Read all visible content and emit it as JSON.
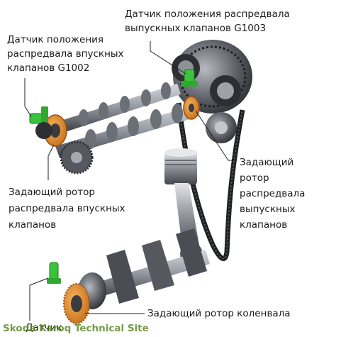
{
  "labels": {
    "exhaust_sensor": [
      "Датчик положения распредвала",
      "выпускных клапанов G1003"
    ],
    "intake_sensor": [
      "Датчик положения",
      "распредвала впускных",
      "клапанов G1002"
    ],
    "exhaust_rotor": [
      "Задающий",
      "ротор",
      "распредвала",
      "выпускных",
      "клапанов"
    ],
    "intake_rotor": [
      "Задающий ротор",
      "распредвала впускных",
      "клапанов"
    ],
    "crank_rotor": [
      "Задающий ротор коленвала"
    ],
    "crank_sensor": [
      "Датчик"
    ]
  },
  "watermark": "Skoda Karoq Technical Site",
  "colors": {
    "sensor": "#3cc23c",
    "rotor": "#e08a2c",
    "metal_dark": "#3c3e44",
    "metal_mid": "#7d8188",
    "metal_light": "#c9ccd2",
    "leader": "#222222",
    "watermark": "#5c8a2a"
  }
}
